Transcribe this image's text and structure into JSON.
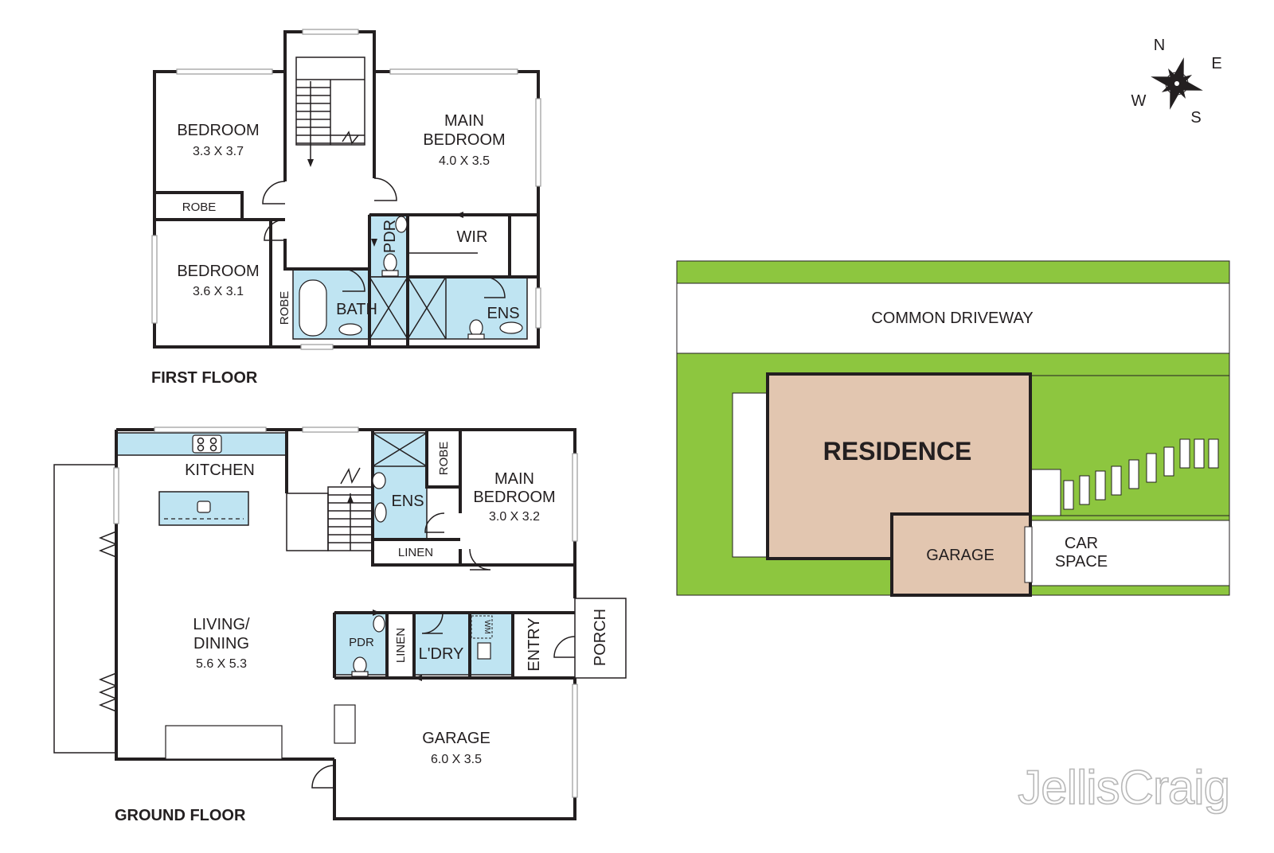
{
  "first_floor": {
    "title": "FIRST FLOOR",
    "rooms": {
      "bedroom_a": {
        "name": "BEDROOM",
        "size": "3.3 X 3.7"
      },
      "robe_a": "ROBE",
      "bedroom_b": {
        "name": "BEDROOM",
        "size": "3.6 X 3.1"
      },
      "robe_b": "ROBE",
      "bath": "BATH",
      "pdr": "PDR",
      "main_bedroom": {
        "name1": "MAIN",
        "name2": "BEDROOM",
        "size": "4.0 X 3.5"
      },
      "wir": "WIR",
      "ens": "ENS"
    }
  },
  "ground_floor": {
    "title": "GROUND FLOOR",
    "rooms": {
      "kitchen": "KITCHEN",
      "living": {
        "name1": "LIVING/",
        "name2": "DINING",
        "size": "5.6 X 5.3"
      },
      "ens": "ENS",
      "robe": "ROBE",
      "linen_a": "LINEN",
      "main_bedroom": {
        "name1": "MAIN",
        "name2": "BEDROOM",
        "size": "3.0 X 3.2"
      },
      "pdr": "PDR",
      "linen_b": "LINEN",
      "laundry": "L'DRY",
      "wm": "WM",
      "entry": "ENTRY",
      "porch": "PORCH",
      "garage": {
        "name": "GARAGE",
        "size": "6.0 X 3.5"
      }
    }
  },
  "site_plan": {
    "driveway": "COMMON DRIVEWAY",
    "residence": "RESIDENCE",
    "garage": "GARAGE",
    "car_space_1": "CAR",
    "car_space_2": "SPACE"
  },
  "compass": {
    "n": "N",
    "e": "E",
    "s": "S",
    "w": "W"
  },
  "brand": {
    "name": "JellisCraig"
  },
  "colors": {
    "wet_area": "#bfe4f2",
    "lawn": "#8dc63f",
    "residence": "#e2c6b0",
    "wall": "#231f20"
  }
}
